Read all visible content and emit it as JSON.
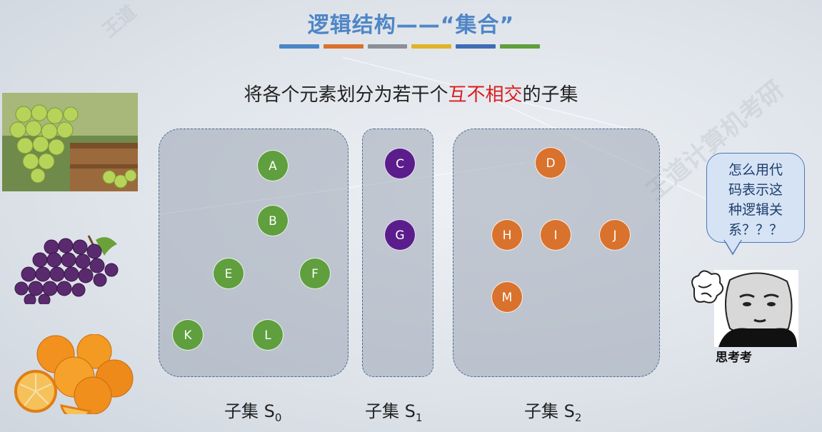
{
  "title": "逻辑结构——“集合”",
  "color_bars": [
    "#4a86c5",
    "#d9722c",
    "#8c8f95",
    "#e0b427",
    "#3f6cb5",
    "#5f9f3e"
  ],
  "subtitle": {
    "before": "将各个元素划分为若干个",
    "highlight": "互不相交",
    "after": "的子集"
  },
  "subsets": [
    {
      "label": "子集 S",
      "sub": "0",
      "nodes": [
        "A",
        "B",
        "E",
        "F",
        "K",
        "L"
      ]
    },
    {
      "label": "子集 S",
      "sub": "1",
      "nodes": [
        "C",
        "G"
      ]
    },
    {
      "label": "子集 S",
      "sub": "2",
      "nodes": [
        "D",
        "H",
        "I",
        "J",
        "M"
      ]
    }
  ],
  "bubble": {
    "lines": [
      "怎么用代",
      "码表示这",
      "种逻辑关",
      "系？？？"
    ]
  },
  "meme_caption": "思考考",
  "colors": {
    "green": "#5f9f3e",
    "purple": "#5b1d8c",
    "orange": "#d9722c",
    "title": "#4f86c6",
    "highlight": "#d81e1e"
  }
}
